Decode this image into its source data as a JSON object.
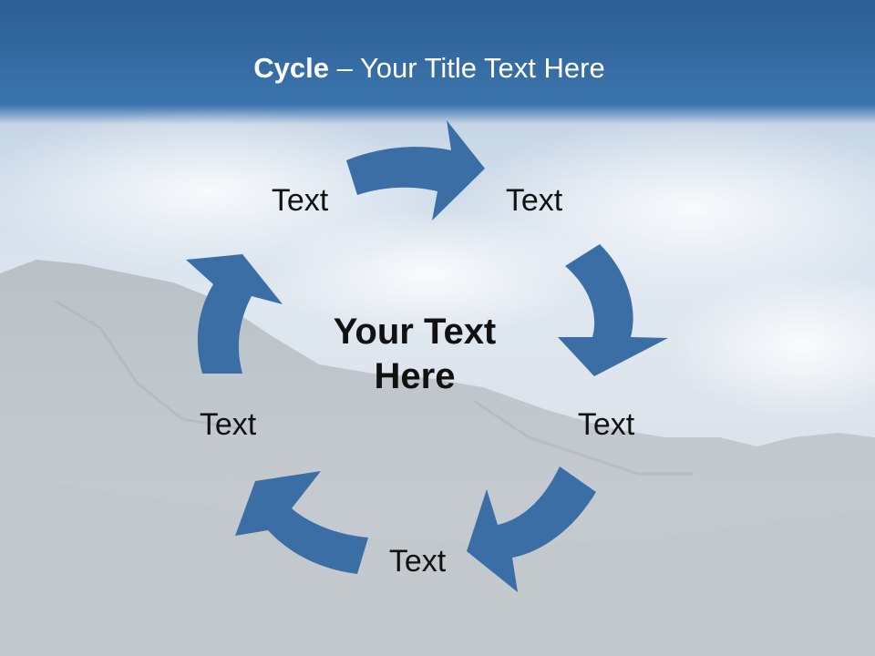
{
  "slide": {
    "title_bold": "Cycle",
    "title_rest": " – Your Title Text Here",
    "center_text_line1": "Your Text",
    "center_text_line2": "Here",
    "nodes": [
      {
        "label": "Text"
      },
      {
        "label": "Text"
      },
      {
        "label": "Text"
      },
      {
        "label": "Text"
      },
      {
        "label": "Text"
      }
    ]
  },
  "colors": {
    "arrow_fill": "#3a6ea5",
    "header_band": "#2e6aa3",
    "text": "#111111"
  },
  "icons": {
    "background": "mountain-sky-photo",
    "connectors": "curved-arrow-icon"
  }
}
